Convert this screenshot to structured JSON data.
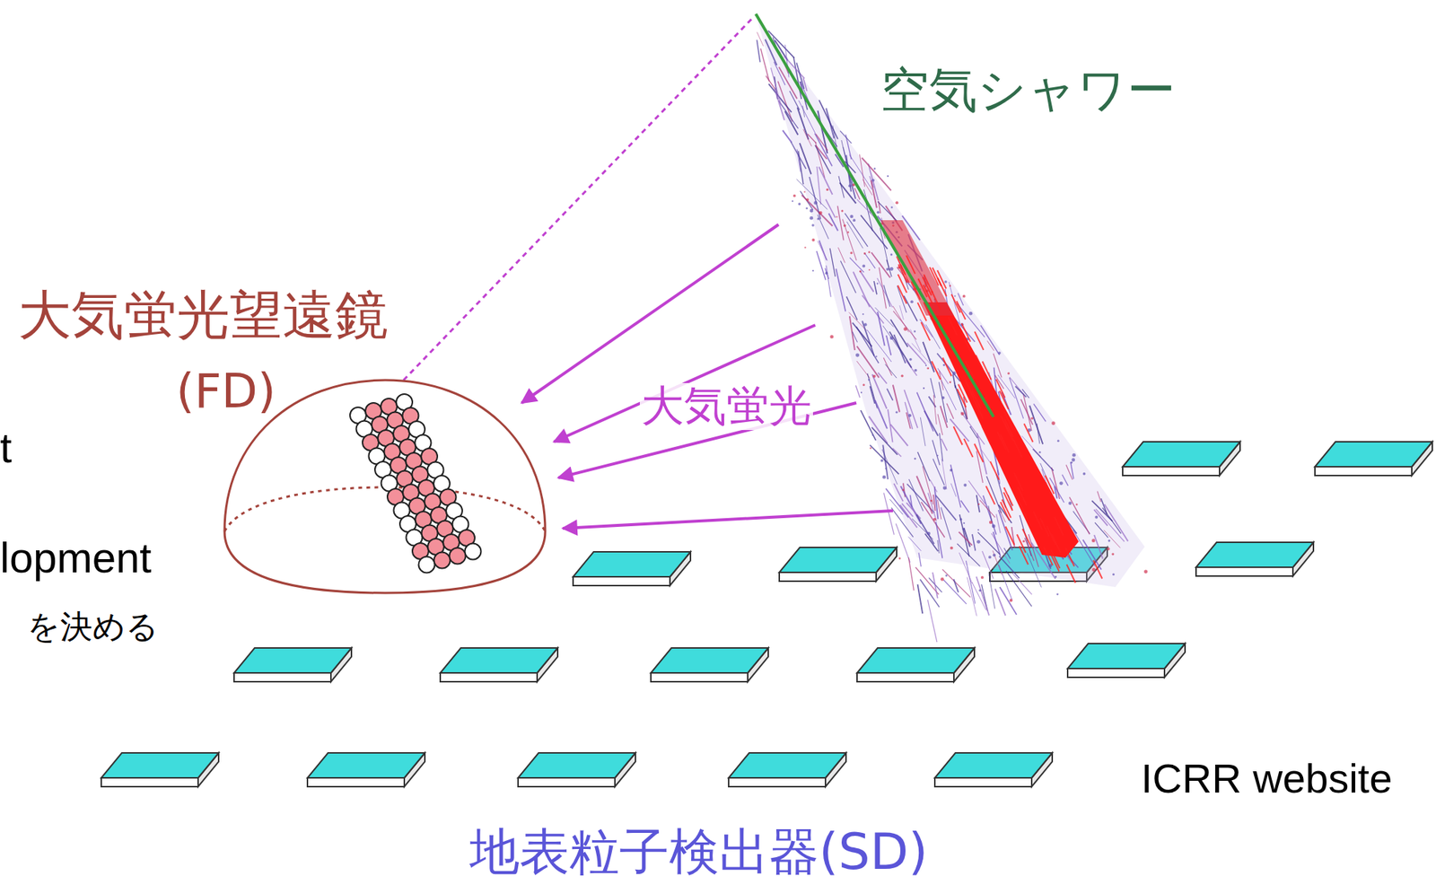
{
  "diagram": {
    "nodes": [
      {
        "text": [
          "大気蛍光望遠鏡",
          "(FD)"
        ]
      },
      {
        "text": [
          "空気シャワー"
        ]
      }
    ],
    "edges": [
      {
        "from": 1,
        "to": 0,
        "arrow": "to"
      },
      {
        "from": 1,
        "to": 0,
        "arrow": "to"
      },
      {
        "from": 1,
        "to": 0,
        "arrow": "to",
        "label": "大気蛍光"
      },
      {
        "from": 1,
        "to": 0,
        "arrow": "to"
      }
    ],
    "labels": [
      "t",
      "lopment",
      "を決める",
      "地表粒子検出器(SD)",
      "ICRR website"
    ]
  }
}
